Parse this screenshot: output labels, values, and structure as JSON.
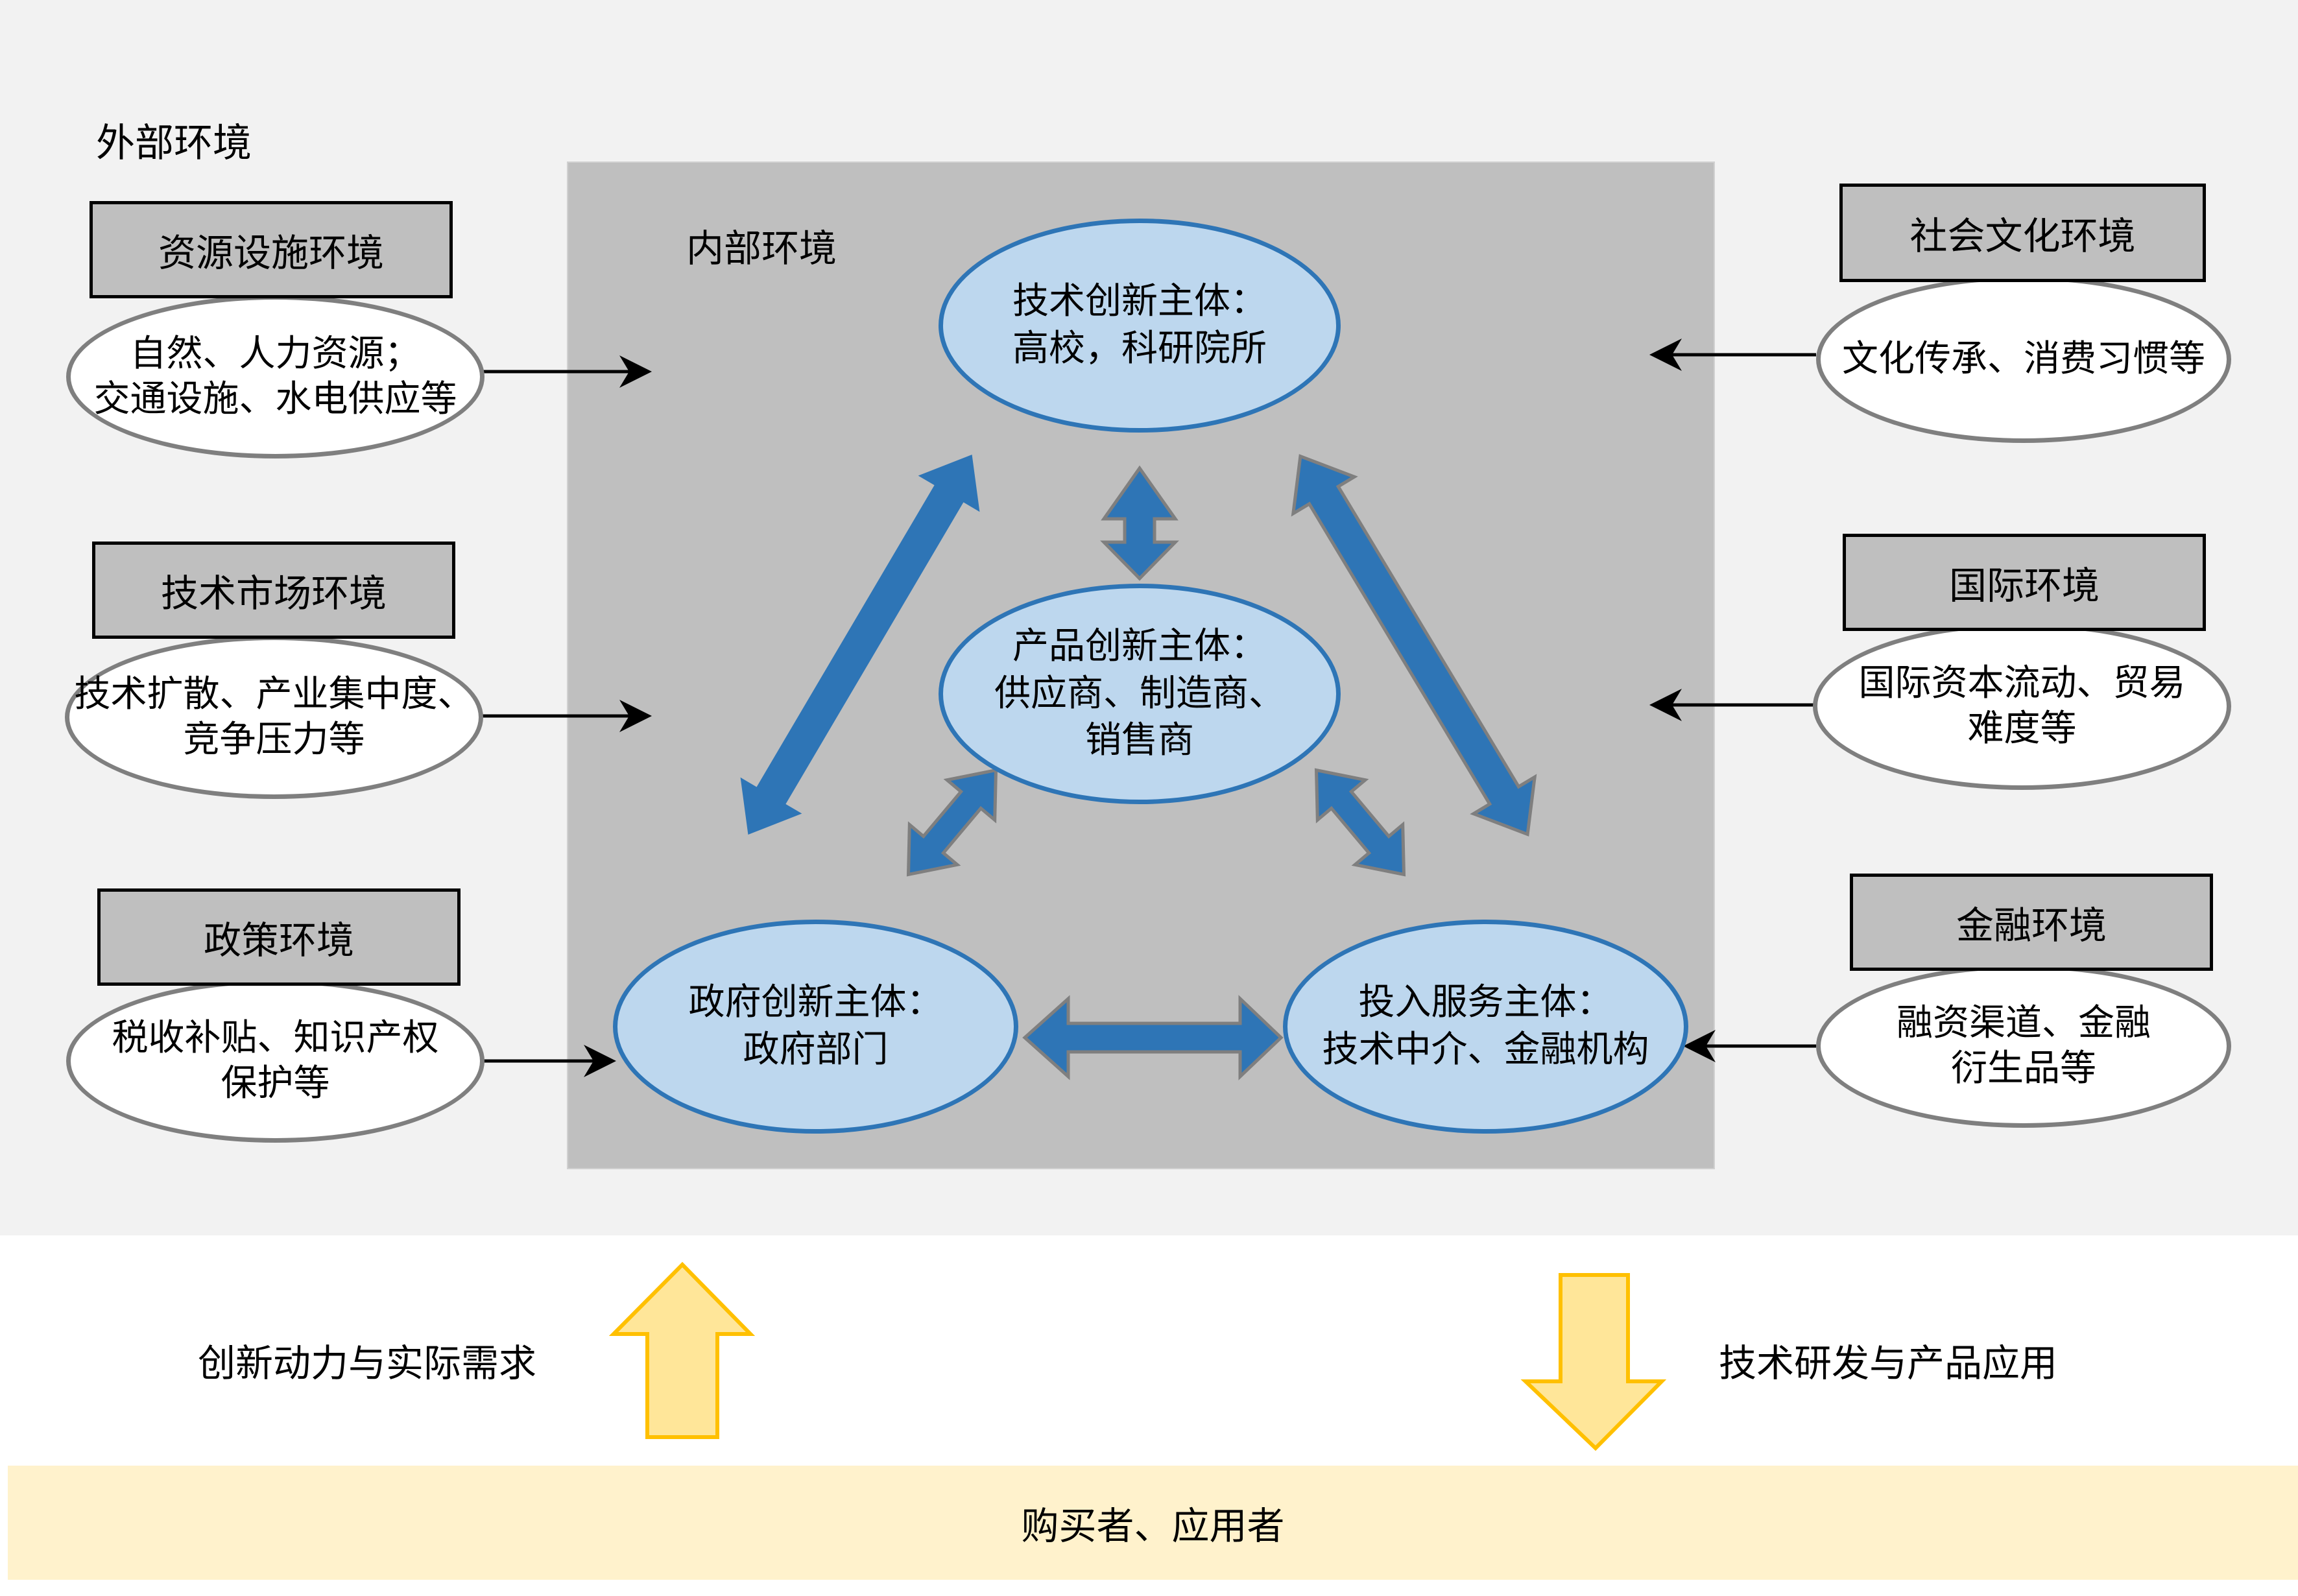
{
  "outer": {
    "label": "外部环境"
  },
  "inner": {
    "label": "内部环境"
  },
  "external_factors": [
    {
      "title": "资源设施环境",
      "detail_lines": [
        "自然、人力资源；",
        "交通设施、水电供应等"
      ]
    },
    {
      "title": "技术市场环境",
      "detail_lines": [
        "技术扩散、产业集中度、",
        "竞争压力等"
      ]
    },
    {
      "title": "政策环境",
      "detail_lines": [
        "税收补贴、知识产权",
        "保护等"
      ]
    },
    {
      "title": "社会文化环境",
      "detail_lines": [
        "文化传承、消费习惯等"
      ]
    },
    {
      "title": "国际环境",
      "detail_lines": [
        "国际资本流动、贸易",
        "难度等"
      ]
    },
    {
      "title": "金融环境",
      "detail_lines": [
        "融资渠道、金融",
        "衍生品等"
      ]
    }
  ],
  "innovation_subjects": {
    "tech": {
      "lines": [
        "技术创新主体：",
        "高校，科研院所"
      ]
    },
    "product": {
      "lines": [
        "产品创新主体：",
        "供应商、制造商、",
        "销售商"
      ]
    },
    "gov": {
      "lines": [
        "政府创新主体：",
        "政府部门"
      ]
    },
    "service": {
      "lines": [
        "投入服务主体：",
        "技术中介、金融机构"
      ]
    }
  },
  "flows": {
    "up_label": "创新动力与实际需求",
    "down_label": "技术研发与产品应用"
  },
  "bottom": {
    "label": "购买者、应用者"
  },
  "colors": {
    "outer_bg": "#f2f2f2",
    "inner_bg": "#bfbfbf",
    "node_fill": "#bdd7ee",
    "node_stroke": "#2e75b6",
    "arrow_blue": "#2e75b6",
    "yellow_fill": "#ffe699",
    "yellow_stroke": "#ffc000",
    "bottom_bar": "#fff2cc"
  }
}
